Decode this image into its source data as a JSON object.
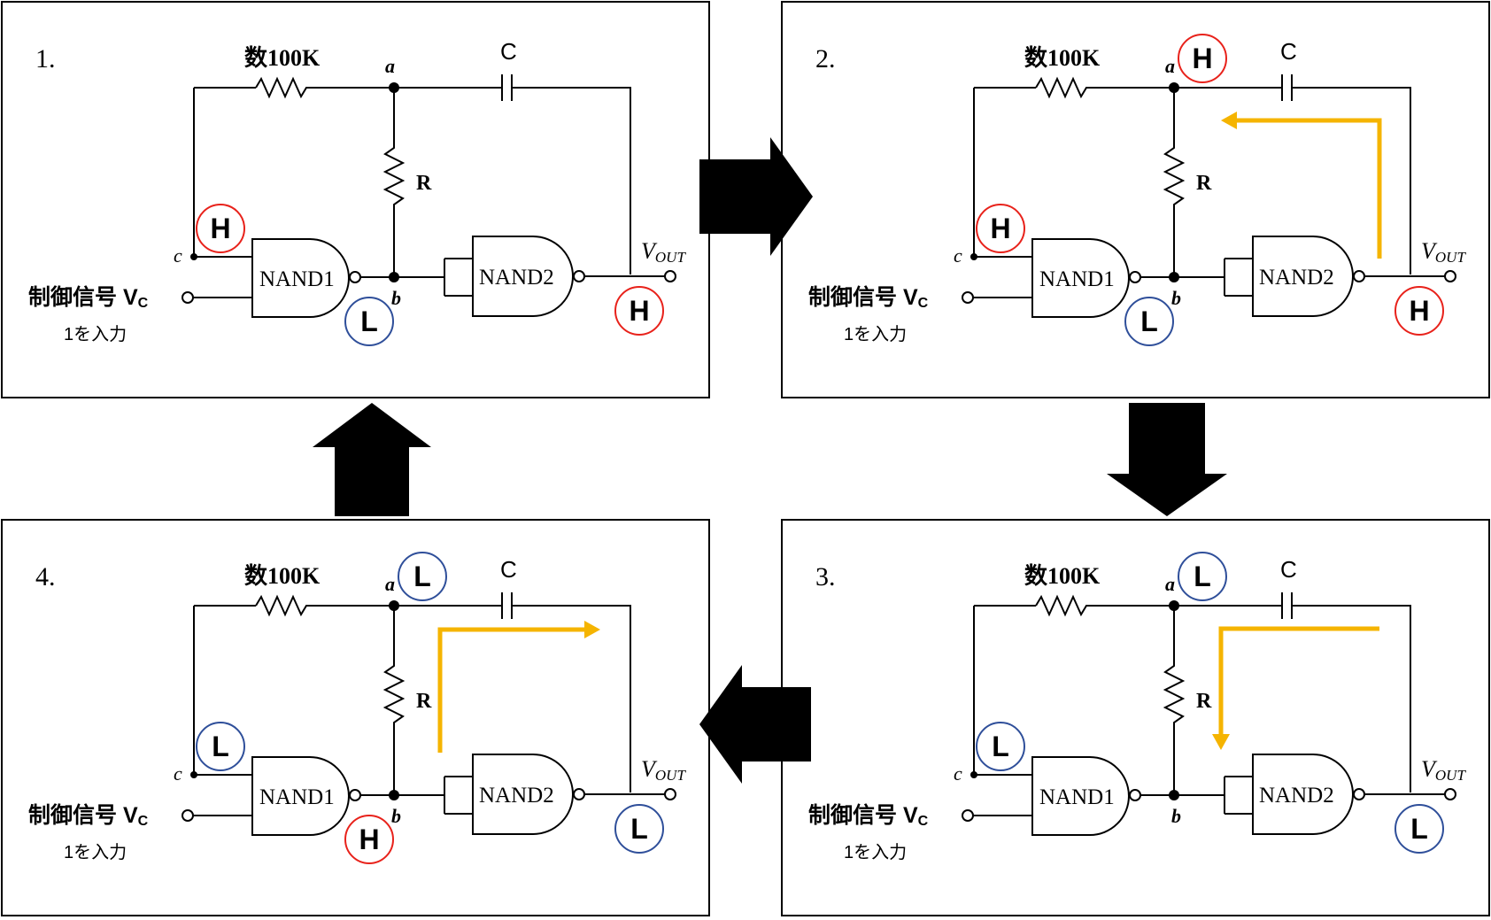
{
  "panels": [
    {
      "step": "1.",
      "labels": {
        "resistor_top": "数100K",
        "node_a": "a",
        "node_b": "b",
        "node_c": "c",
        "cap": "C",
        "resistor_r": "R",
        "gate1": "NAND1",
        "gate2": "NAND2",
        "vout_main": "V",
        "vout_sub": "OUT",
        "control": "制御信号 V",
        "control_sub": "C",
        "input_note": "1を入力"
      },
      "badges": {
        "c": "H",
        "b": "L",
        "vout": "H",
        "a": ""
      },
      "flow": "none"
    },
    {
      "step": "2.",
      "labels": {
        "resistor_top": "数100K",
        "node_a": "a",
        "node_b": "b",
        "node_c": "c",
        "cap": "C",
        "resistor_r": "R",
        "gate1": "NAND1",
        "gate2": "NAND2",
        "vout_main": "V",
        "vout_sub": "OUT",
        "control": "制御信号 V",
        "control_sub": "C",
        "input_note": "1を入力"
      },
      "badges": {
        "c": "H",
        "b": "L",
        "vout": "H",
        "a": "H"
      },
      "flow": "up-left"
    },
    {
      "step": "3.",
      "labels": {
        "resistor_top": "数100K",
        "node_a": "a",
        "node_b": "b",
        "node_c": "c",
        "cap": "C",
        "resistor_r": "R",
        "gate1": "NAND1",
        "gate2": "NAND2",
        "vout_main": "V",
        "vout_sub": "OUT",
        "control": "制御信号 V",
        "control_sub": "C",
        "input_note": "1を入力"
      },
      "badges": {
        "c": "L",
        "b": "",
        "vout": "L",
        "a": "L"
      },
      "flow": "left-down"
    },
    {
      "step": "4.",
      "labels": {
        "resistor_top": "数100K",
        "node_a": "a",
        "node_b": "b",
        "node_c": "c",
        "cap": "C",
        "resistor_r": "R",
        "gate1": "NAND1",
        "gate2": "NAND2",
        "vout_main": "V",
        "vout_sub": "OUT",
        "control": "制御信号 V",
        "control_sub": "C",
        "input_note": "1を入力"
      },
      "badges": {
        "c": "L",
        "b": "H",
        "vout": "L",
        "a": "L"
      },
      "flow": "up-right"
    }
  ],
  "transitions": [
    "right",
    "down",
    "left",
    "up"
  ],
  "colors": {
    "high": "#e8221b",
    "low": "#2f4f9a",
    "flow": "#f5b400",
    "ink": "#000000"
  }
}
